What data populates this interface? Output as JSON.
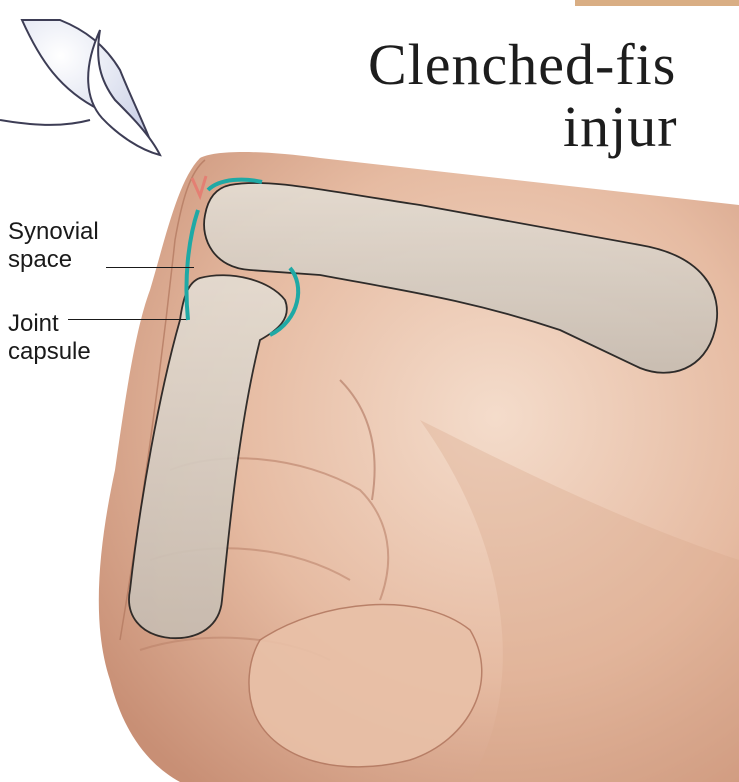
{
  "title": {
    "line1": "Clenched-fis",
    "line2": "injur"
  },
  "labels": {
    "synovial_space": {
      "line1": "Synovial",
      "line2": "space"
    },
    "joint_capsule": {
      "line1": "Joint",
      "line2": "capsule"
    }
  },
  "colors": {
    "skin": "#e2b59b",
    "skin_shadow": "#c98f76",
    "bone": "#d7cec4",
    "synovial_highlight": "#1fa9a5",
    "wound": "#e47f73",
    "tab_tan": "#d9ae84"
  }
}
